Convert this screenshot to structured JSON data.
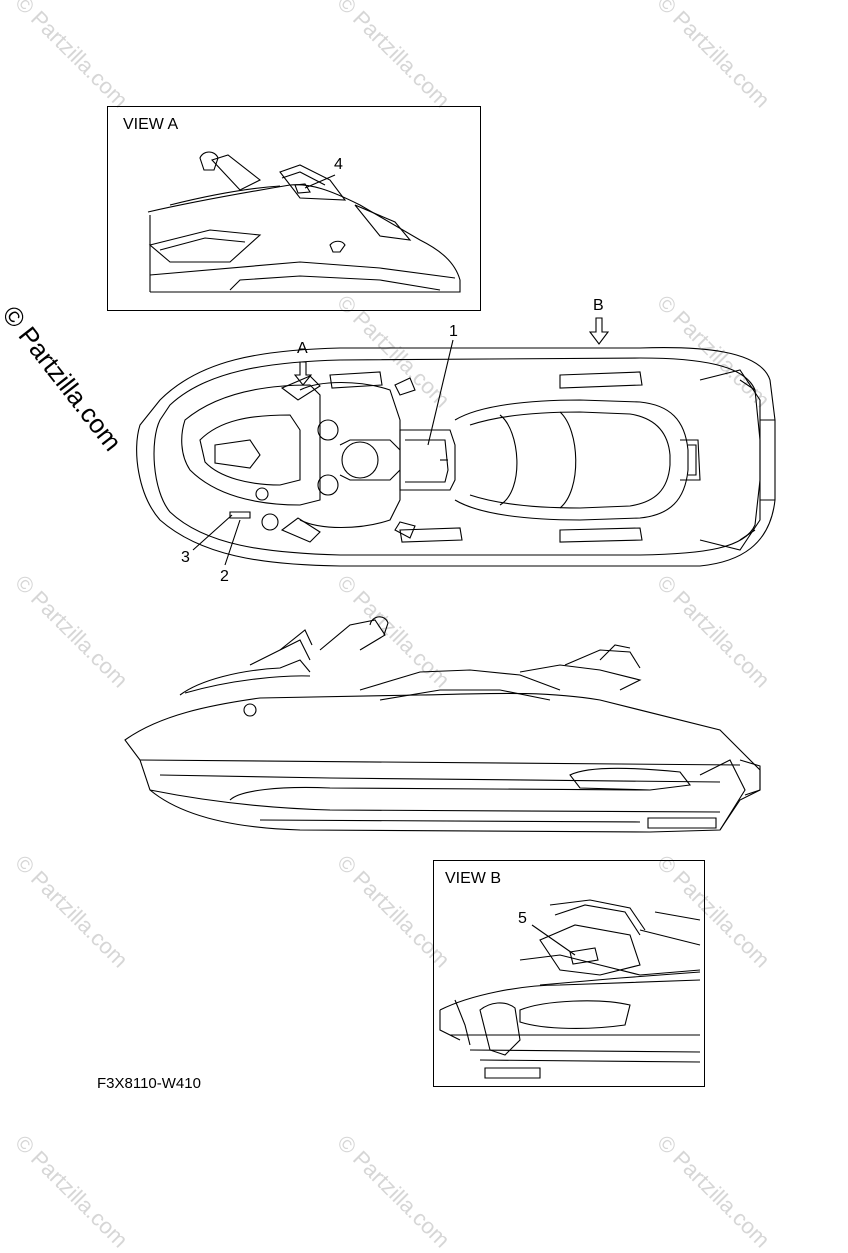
{
  "watermark": "© Partzilla.com",
  "side_watermark": "© Partzilla.com",
  "view_a": {
    "title": "VIEW A"
  },
  "view_b": {
    "title": "VIEW B"
  },
  "arrows": {
    "a": "A",
    "b": "B"
  },
  "callouts": [
    "1",
    "2",
    "3",
    "4",
    "5"
  ],
  "diagram_code": "F3X8110-W410"
}
